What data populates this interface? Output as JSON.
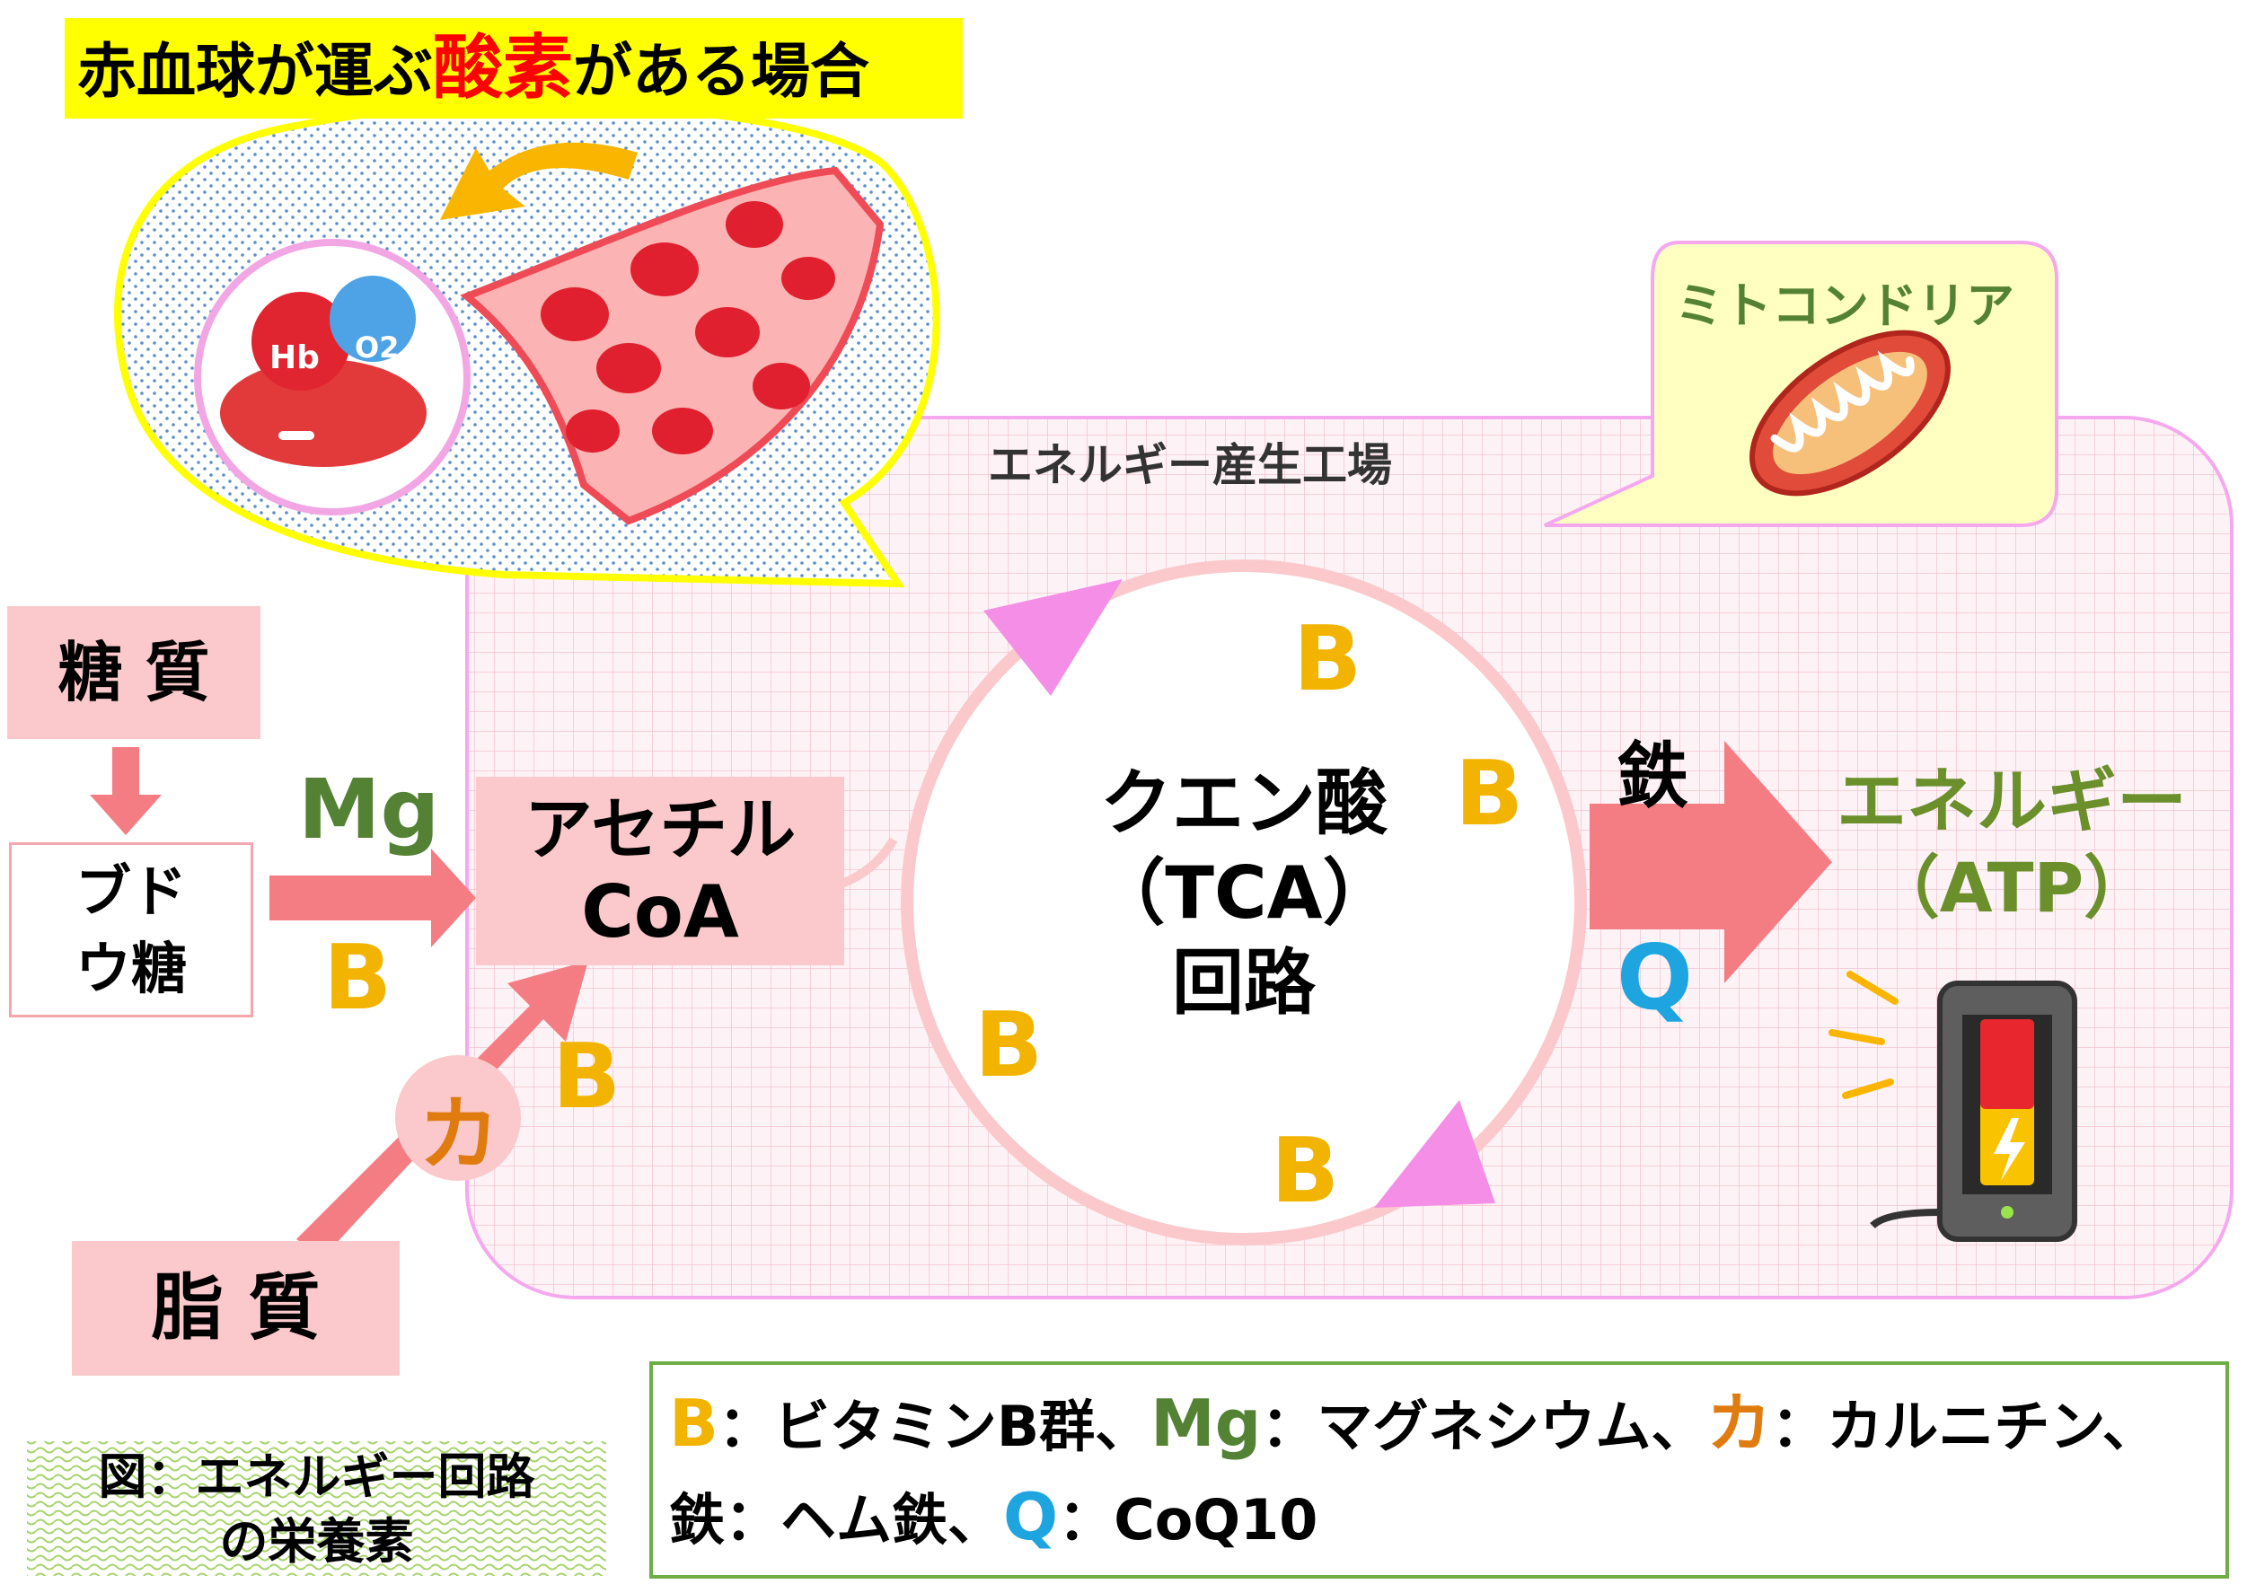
{
  "oxygen_banner": {
    "prefix": "赤血球が運ぶ",
    "highlight": "酸素",
    "suffix": "がある場合"
  },
  "blood_labels": {
    "hb": "Hb",
    "o2": "O2"
  },
  "mitochondria_label": "ミトコンドリア",
  "factory_label": "エネルギー産生工場",
  "sugar_box": "糖 質",
  "glucose_box": "ブドウ糖",
  "fat_box": "脂 質",
  "acetyl_box": {
    "line1": "アセチル",
    "line2": "CoA"
  },
  "tca": {
    "line1": "クエン酸",
    "line2": "（TCA）",
    "line3": "回路"
  },
  "energy": {
    "line1": "エネルギー",
    "line2": "（ATP）"
  },
  "nutrients": {
    "mg": "Mg",
    "b": "B",
    "ka": "カ",
    "iron": "鉄",
    "q": "Q"
  },
  "legend": {
    "b_key": "B",
    "b_desc": "：ビタミンB群、",
    "mg_key": "Mg",
    "mg_desc": "：マグネシウム、",
    "ka_key": "カ",
    "ka_desc": "：カルニチン、",
    "iron_key": "鉄",
    "iron_desc": "：ヘム鉄、",
    "q_key": "Q",
    "q_desc": "：CoQ10"
  },
  "caption": {
    "line1": "図：エネルギー回路",
    "line2": "の栄養素"
  },
  "colors": {
    "b_yellow": "#f2b400",
    "mg_green": "#548235",
    "ka_orange": "#e07b10",
    "q_blue": "#1ea5e0",
    "highlight_red": "#ff0000",
    "pink_box": "#fbc9cc",
    "arrow_pink": "#f47d83",
    "energy_green": "#6a8f2b",
    "banner_yellow": "#ffff00",
    "legend_border": "#70ad47"
  }
}
